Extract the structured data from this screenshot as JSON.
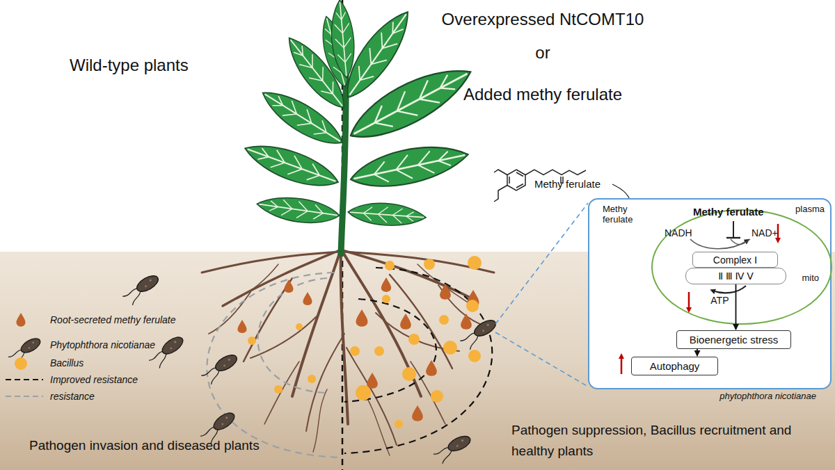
{
  "diagram": {
    "nodes": [
      {
        "text": [
          "plasma",
          "phytophthora nicotianae"
        ]
      },
      {
        "text": [
          "mito"
        ],
        "in": 0
      },
      {
        "text": [
          "Complex Ⅰ"
        ],
        "in": 1
      },
      {
        "text": [
          "Ⅱ Ⅲ Ⅳ Ⅴ"
        ],
        "in": 1
      },
      {
        "text": [
          "Bioenergetic stress"
        ],
        "in": 0
      },
      {
        "text": [
          "Autophagy"
        ],
        "in": 0
      }
    ],
    "edges": [
      {
        "from": 3,
        "to": 4,
        "label": "ATP",
        "arrow": "to"
      },
      {
        "from": 4,
        "to": 5,
        "arrow": "to"
      }
    ],
    "labels": [
      "Wild-type plants",
      "Overexpressed NtCOMT10",
      "or",
      "Added methy ferulate",
      "Methy ferulate",
      "Methy ferulate",
      "Methy ferulate",
      "NADH",
      "NAD+",
      "Pathogen invasion and diseased plants",
      "Pathogen suppression, Bacillus recruitment and healthy plants"
    ],
    "legend": [
      {
        "text": "Root-secreted methy ferulate",
        "color": "#c0622a"
      },
      {
        "text": "Phytophthora nicotianae"
      },
      {
        "text": "Bacillus",
        "color": "#f6b23c"
      },
      {
        "text": "Improved resistance"
      },
      {
        "text": "resistance"
      }
    ]
  }
}
